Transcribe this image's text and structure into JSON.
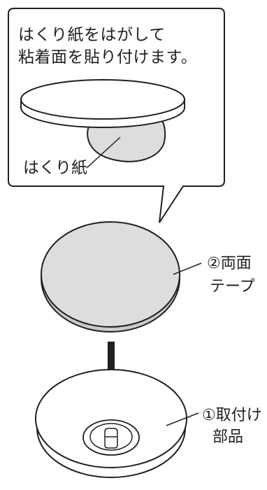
{
  "callout": {
    "line1": "はくり紙をはがして",
    "line2": "粘着面を貼り付けます。",
    "liner_label": "はくり紙"
  },
  "parts": [
    {
      "line1": "②両面",
      "line2": "テープ"
    },
    {
      "line1": "①取付け",
      "line2": "部品"
    }
  ],
  "colors": {
    "stroke": "#231f20",
    "tape_fill": "#dcdddd",
    "liner_fill": "#dcdddd",
    "arrow": "#231f20"
  }
}
